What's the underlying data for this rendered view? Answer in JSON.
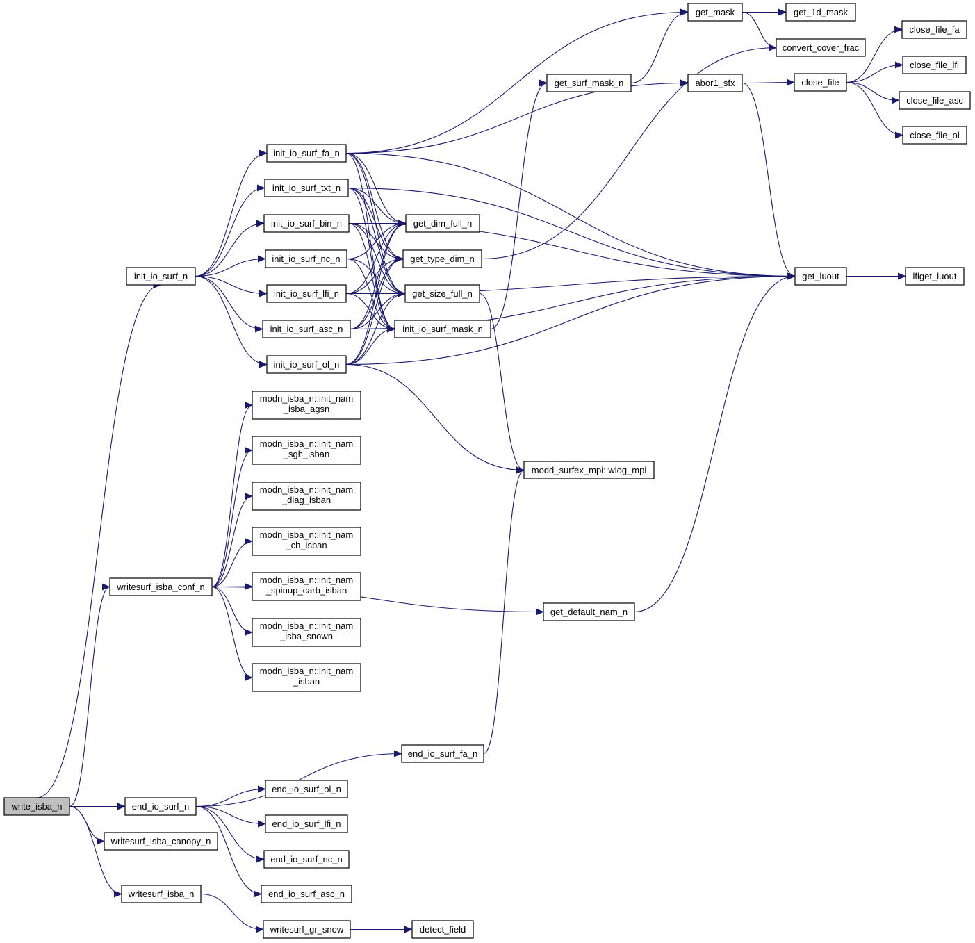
{
  "title": "write_isba_n call graph",
  "colors": {
    "edge": "#191970",
    "node_border": "#000000",
    "node_fill": "#ffffff",
    "root_fill": "#bfbfbf"
  },
  "nodes": [
    {
      "id": "write_isba_n",
      "lines": [
        "write_isba_n"
      ],
      "root": true
    },
    {
      "id": "init_io_surf_n",
      "lines": [
        "init_io_surf_n"
      ]
    },
    {
      "id": "writesurf_isba_conf_n",
      "lines": [
        "writesurf_isba_conf_n"
      ]
    },
    {
      "id": "end_io_surf_n",
      "lines": [
        "end_io_surf_n"
      ]
    },
    {
      "id": "writesurf_isba_canopy_n",
      "lines": [
        "writesurf_isba_canopy_n"
      ]
    },
    {
      "id": "writesurf_isba_n",
      "lines": [
        "writesurf_isba_n"
      ]
    },
    {
      "id": "init_io_surf_fa_n",
      "lines": [
        "init_io_surf_fa_n"
      ]
    },
    {
      "id": "init_io_surf_txt_n",
      "lines": [
        "init_io_surf_txt_n"
      ]
    },
    {
      "id": "init_io_surf_bin_n",
      "lines": [
        "init_io_surf_bin_n"
      ]
    },
    {
      "id": "init_io_surf_nc_n",
      "lines": [
        "init_io_surf_nc_n"
      ]
    },
    {
      "id": "init_io_surf_lfi_n",
      "lines": [
        "init_io_surf_lfi_n"
      ]
    },
    {
      "id": "init_io_surf_asc_n",
      "lines": [
        "init_io_surf_asc_n"
      ]
    },
    {
      "id": "init_io_surf_ol_n",
      "lines": [
        "init_io_surf_ol_n"
      ]
    },
    {
      "id": "init_nam_isba_agsn",
      "lines": [
        "modn_isba_n::init_nam",
        "_isba_agsn"
      ]
    },
    {
      "id": "init_nam_sgh_isban",
      "lines": [
        "modn_isba_n::init_nam",
        "_sgh_isban"
      ]
    },
    {
      "id": "init_nam_diag_isban",
      "lines": [
        "modn_isba_n::init_nam",
        "_diag_isban"
      ]
    },
    {
      "id": "init_nam_ch_isban",
      "lines": [
        "modn_isba_n::init_nam",
        "_ch_isban"
      ]
    },
    {
      "id": "init_nam_spinup_carb_isban",
      "lines": [
        "modn_isba_n::init_nam",
        "_spinup_carb_isban"
      ]
    },
    {
      "id": "init_nam_isba_snown",
      "lines": [
        "modn_isba_n::init_nam",
        "_isba_snown"
      ]
    },
    {
      "id": "init_nam_isban",
      "lines": [
        "modn_isba_n::init_nam",
        "_isban"
      ]
    },
    {
      "id": "end_io_surf_fa_n",
      "lines": [
        "end_io_surf_fa_n"
      ]
    },
    {
      "id": "end_io_surf_ol_n",
      "lines": [
        "end_io_surf_ol_n"
      ]
    },
    {
      "id": "end_io_surf_lfi_n",
      "lines": [
        "end_io_surf_lfi_n"
      ]
    },
    {
      "id": "end_io_surf_nc_n",
      "lines": [
        "end_io_surf_nc_n"
      ]
    },
    {
      "id": "end_io_surf_asc_n",
      "lines": [
        "end_io_surf_asc_n"
      ]
    },
    {
      "id": "writesurf_gr_snow",
      "lines": [
        "writesurf_gr_snow"
      ]
    },
    {
      "id": "detect_field",
      "lines": [
        "detect_field"
      ]
    },
    {
      "id": "get_dim_full_n",
      "lines": [
        "get_dim_full_n"
      ]
    },
    {
      "id": "get_type_dim_n",
      "lines": [
        "get_type_dim_n"
      ]
    },
    {
      "id": "get_size_full_n",
      "lines": [
        "get_size_full_n"
      ]
    },
    {
      "id": "init_io_surf_mask_n",
      "lines": [
        "init_io_surf_mask_n"
      ]
    },
    {
      "id": "wlog_mpi",
      "lines": [
        "modd_surfex_mpi::wlog_mpi"
      ]
    },
    {
      "id": "get_default_nam_n",
      "lines": [
        "get_default_nam_n"
      ]
    },
    {
      "id": "get_surf_mask_n",
      "lines": [
        "get_surf_mask_n"
      ]
    },
    {
      "id": "get_mask",
      "lines": [
        "get_mask"
      ]
    },
    {
      "id": "get_1d_mask",
      "lines": [
        "get_1d_mask"
      ]
    },
    {
      "id": "convert_cover_frac",
      "lines": [
        "convert_cover_frac"
      ]
    },
    {
      "id": "abor1_sfx",
      "lines": [
        "abor1_sfx"
      ]
    },
    {
      "id": "close_file",
      "lines": [
        "close_file"
      ]
    },
    {
      "id": "close_file_fa",
      "lines": [
        "close_file_fa"
      ]
    },
    {
      "id": "close_file_lfi",
      "lines": [
        "close_file_lfi"
      ]
    },
    {
      "id": "close_file_asc",
      "lines": [
        "close_file_asc"
      ]
    },
    {
      "id": "close_file_ol",
      "lines": [
        "close_file_ol"
      ]
    },
    {
      "id": "get_luout",
      "lines": [
        "get_luout"
      ]
    },
    {
      "id": "lfiget_luout",
      "lines": [
        "lfiget_luout"
      ]
    }
  ],
  "edges": [
    [
      "write_isba_n",
      "init_io_surf_n"
    ],
    [
      "write_isba_n",
      "writesurf_isba_conf_n"
    ],
    [
      "write_isba_n",
      "end_io_surf_n"
    ],
    [
      "write_isba_n",
      "writesurf_isba_canopy_n"
    ],
    [
      "write_isba_n",
      "writesurf_isba_n"
    ],
    [
      "init_io_surf_n",
      "init_io_surf_fa_n"
    ],
    [
      "init_io_surf_n",
      "init_io_surf_txt_n"
    ],
    [
      "init_io_surf_n",
      "init_io_surf_bin_n"
    ],
    [
      "init_io_surf_n",
      "init_io_surf_nc_n"
    ],
    [
      "init_io_surf_n",
      "init_io_surf_lfi_n"
    ],
    [
      "init_io_surf_n",
      "init_io_surf_asc_n"
    ],
    [
      "init_io_surf_n",
      "init_io_surf_ol_n"
    ],
    [
      "init_io_surf_fa_n",
      "get_mask"
    ],
    [
      "init_io_surf_fa_n",
      "abor1_sfx"
    ],
    [
      "init_io_surf_fa_n",
      "get_luout"
    ],
    [
      "init_io_surf_fa_n",
      "get_dim_full_n"
    ],
    [
      "init_io_surf_fa_n",
      "get_type_dim_n"
    ],
    [
      "init_io_surf_fa_n",
      "get_size_full_n"
    ],
    [
      "init_io_surf_fa_n",
      "init_io_surf_mask_n"
    ],
    [
      "init_io_surf_txt_n",
      "get_luout"
    ],
    [
      "init_io_surf_txt_n",
      "get_dim_full_n"
    ],
    [
      "init_io_surf_txt_n",
      "get_type_dim_n"
    ],
    [
      "init_io_surf_txt_n",
      "get_size_full_n"
    ],
    [
      "init_io_surf_txt_n",
      "init_io_surf_mask_n"
    ],
    [
      "init_io_surf_bin_n",
      "get_luout"
    ],
    [
      "init_io_surf_bin_n",
      "get_dim_full_n"
    ],
    [
      "init_io_surf_bin_n",
      "get_type_dim_n"
    ],
    [
      "init_io_surf_bin_n",
      "get_size_full_n"
    ],
    [
      "init_io_surf_bin_n",
      "init_io_surf_mask_n"
    ],
    [
      "init_io_surf_nc_n",
      "get_dim_full_n"
    ],
    [
      "init_io_surf_nc_n",
      "get_type_dim_n"
    ],
    [
      "init_io_surf_nc_n",
      "get_size_full_n"
    ],
    [
      "init_io_surf_nc_n",
      "init_io_surf_mask_n"
    ],
    [
      "init_io_surf_lfi_n",
      "get_luout"
    ],
    [
      "init_io_surf_lfi_n",
      "get_dim_full_n"
    ],
    [
      "init_io_surf_lfi_n",
      "get_type_dim_n"
    ],
    [
      "init_io_surf_lfi_n",
      "get_size_full_n"
    ],
    [
      "init_io_surf_lfi_n",
      "init_io_surf_mask_n"
    ],
    [
      "init_io_surf_asc_n",
      "get_luout"
    ],
    [
      "init_io_surf_asc_n",
      "get_dim_full_n"
    ],
    [
      "init_io_surf_asc_n",
      "get_type_dim_n"
    ],
    [
      "init_io_surf_asc_n",
      "get_size_full_n"
    ],
    [
      "init_io_surf_asc_n",
      "init_io_surf_mask_n"
    ],
    [
      "init_io_surf_ol_n",
      "get_luout"
    ],
    [
      "init_io_surf_ol_n",
      "get_dim_full_n"
    ],
    [
      "init_io_surf_ol_n",
      "get_type_dim_n"
    ],
    [
      "init_io_surf_ol_n",
      "get_size_full_n"
    ],
    [
      "init_io_surf_ol_n",
      "init_io_surf_mask_n"
    ],
    [
      "init_io_surf_ol_n",
      "wlog_mpi"
    ],
    [
      "get_type_dim_n",
      "convert_cover_frac"
    ],
    [
      "get_size_full_n",
      "wlog_mpi"
    ],
    [
      "init_io_surf_mask_n",
      "get_surf_mask_n"
    ],
    [
      "get_surf_mask_n",
      "get_mask"
    ],
    [
      "get_surf_mask_n",
      "abor1_sfx"
    ],
    [
      "get_mask",
      "get_1d_mask"
    ],
    [
      "get_mask",
      "convert_cover_frac"
    ],
    [
      "abor1_sfx",
      "close_file"
    ],
    [
      "abor1_sfx",
      "get_luout"
    ],
    [
      "close_file",
      "close_file_fa"
    ],
    [
      "close_file",
      "close_file_lfi"
    ],
    [
      "close_file",
      "close_file_asc"
    ],
    [
      "close_file",
      "close_file_ol"
    ],
    [
      "get_luout",
      "lfiget_luout"
    ],
    [
      "writesurf_isba_conf_n",
      "init_nam_isba_agsn"
    ],
    [
      "writesurf_isba_conf_n",
      "init_nam_sgh_isban"
    ],
    [
      "writesurf_isba_conf_n",
      "init_nam_diag_isban"
    ],
    [
      "writesurf_isba_conf_n",
      "init_nam_ch_isban"
    ],
    [
      "writesurf_isba_conf_n",
      "init_nam_spinup_carb_isban"
    ],
    [
      "writesurf_isba_conf_n",
      "init_nam_isba_snown"
    ],
    [
      "writesurf_isba_conf_n",
      "init_nam_isban"
    ],
    [
      "writesurf_isba_conf_n",
      "get_default_nam_n"
    ],
    [
      "get_default_nam_n",
      "get_luout"
    ],
    [
      "end_io_surf_n",
      "end_io_surf_fa_n"
    ],
    [
      "end_io_surf_n",
      "end_io_surf_ol_n"
    ],
    [
      "end_io_surf_n",
      "end_io_surf_lfi_n"
    ],
    [
      "end_io_surf_n",
      "end_io_surf_nc_n"
    ],
    [
      "end_io_surf_n",
      "end_io_surf_asc_n"
    ],
    [
      "end_io_surf_fa_n",
      "wlog_mpi"
    ],
    [
      "writesurf_isba_n",
      "writesurf_gr_snow"
    ],
    [
      "writesurf_gr_snow",
      "detect_field"
    ]
  ]
}
